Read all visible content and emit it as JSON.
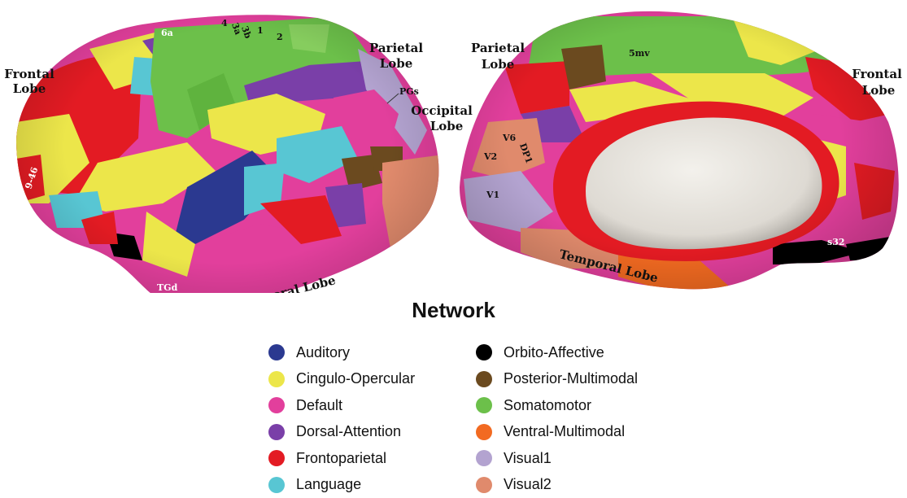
{
  "lobes": {
    "frontal_left": [
      "Frontal",
      "Lobe"
    ],
    "parietal_left": [
      "Parietal",
      "Lobe"
    ],
    "occipital": [
      "Occipital",
      "Lobe"
    ],
    "temporal_left": "Temporal Lobe",
    "parietal_right": [
      "Parietal",
      "Lobe"
    ],
    "frontal_right": [
      "Frontal",
      "Lobe"
    ],
    "temporal_right": "Temporal Lobe"
  },
  "areas": {
    "a6a": "6a",
    "a4": "4",
    "a3a": "3a",
    "a3b": "3b",
    "a1": "1",
    "a2": "2",
    "pgs": "PGs",
    "a9_46": "9-46",
    "tgd": "TGd",
    "a5mv": "5mv",
    "v6": "V6",
    "dp1": "DP1",
    "v2": "V2",
    "v1": "V1",
    "s32": "s32"
  },
  "legend": {
    "title": "Network",
    "left": [
      {
        "label": "Auditory",
        "color": "#2b3990"
      },
      {
        "label": "Cingulo-Opercular",
        "color": "#ece64a"
      },
      {
        "label": "Default",
        "color": "#e23f9c"
      },
      {
        "label": "Dorsal-Attention",
        "color": "#7a3fa8"
      },
      {
        "label": "Frontoparietal",
        "color": "#e31b23"
      },
      {
        "label": "Language",
        "color": "#58c6d3"
      }
    ],
    "right": [
      {
        "label": "Orbito-Affective",
        "color": "#000000"
      },
      {
        "label": "Posterior-Multimodal",
        "color": "#6b4a1f"
      },
      {
        "label": "Somatomotor",
        "color": "#6cc04a"
      },
      {
        "label": "Ventral-Multimodal",
        "color": "#f26a21"
      },
      {
        "label": "Visual1",
        "color": "#b3a3d0"
      },
      {
        "label": "Visual2",
        "color": "#e08a6c"
      }
    ]
  }
}
